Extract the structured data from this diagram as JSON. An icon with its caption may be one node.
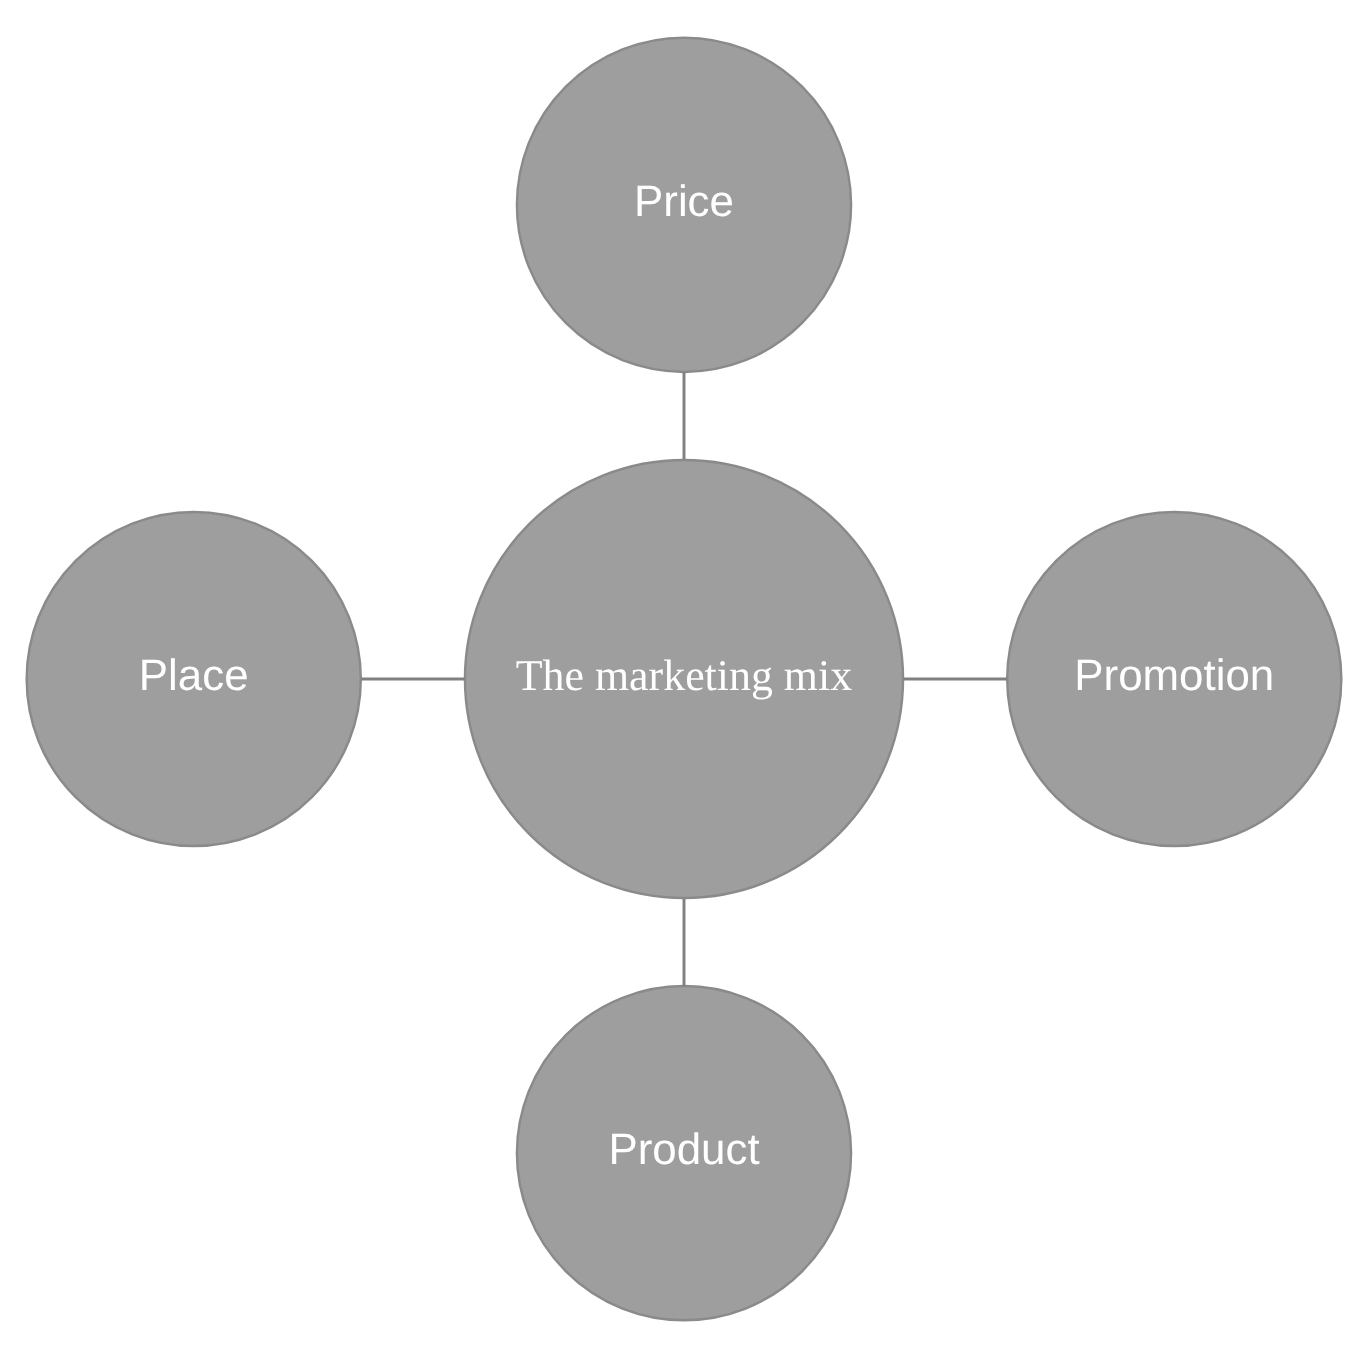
{
  "diagram": {
    "nodes": [
      {
        "text": [
          "Price"
        ]
      },
      {
        "text": [
          "Place"
        ]
      },
      {
        "text": [
          "The marketing mix"
        ]
      },
      {
        "text": [
          "Promotion"
        ]
      },
      {
        "text": [
          "Product"
        ]
      }
    ],
    "edges": [
      {
        "from": 0,
        "to": 2,
        "arrow": "none"
      },
      {
        "from": 1,
        "to": 2,
        "arrow": "none"
      },
      {
        "from": 2,
        "to": 3,
        "arrow": "none"
      },
      {
        "from": 2,
        "to": 4,
        "arrow": "none"
      }
    ]
  }
}
